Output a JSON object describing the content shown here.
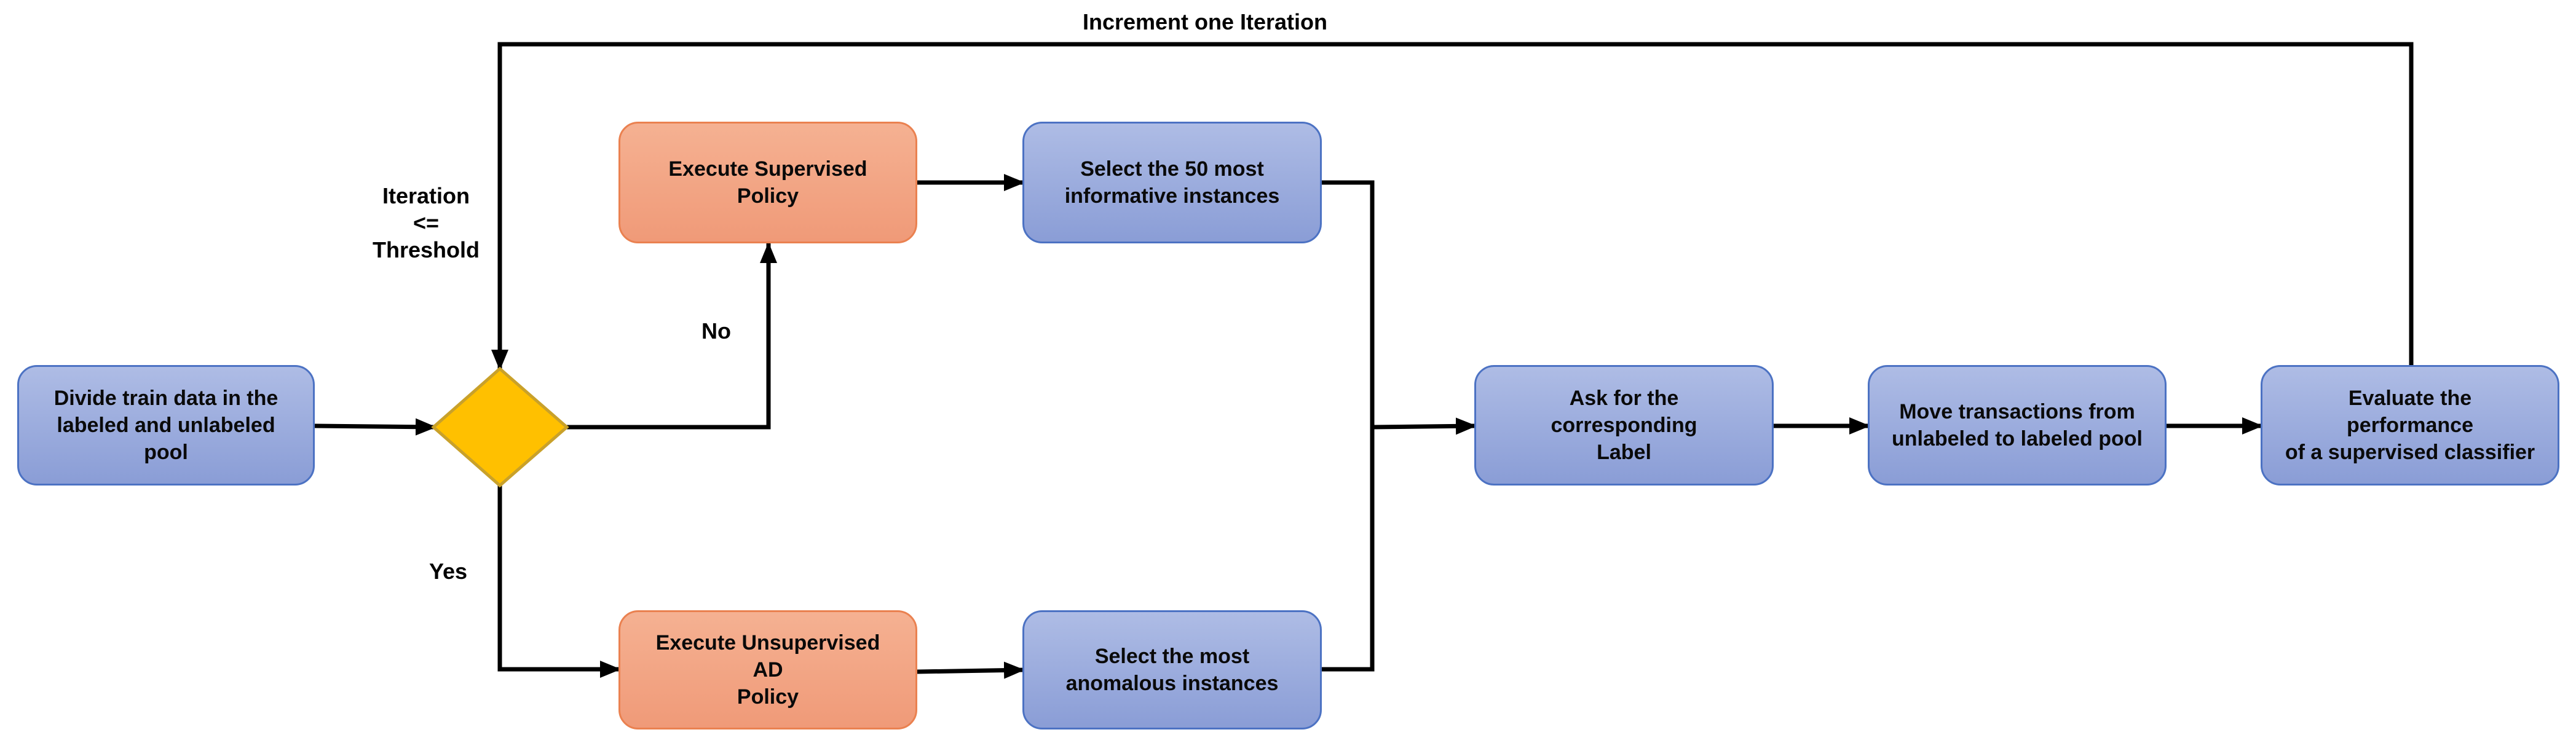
{
  "nodes": {
    "divide": "Divide train data in the\nlabeled and unlabeled\npool",
    "supervised_policy": "Execute Supervised Policy",
    "unsupervised_policy": "Execute Unsupervised AD\nPolicy",
    "select_informative": "Select the 50 most\ninformative instances",
    "select_anomalous": "Select the most\nanomalous instances",
    "ask_label": "Ask for the corresponding\nLabel",
    "move_transactions": "Move transactions from\nunlabeled to labeled pool",
    "evaluate": "Evaluate the performance\nof a supervised classifier"
  },
  "labels": {
    "loop": "Increment one Iteration",
    "condition": "Iteration\n<=\nThreshold",
    "no": "No",
    "yes": "Yes"
  },
  "colors": {
    "process_fill": "#8a9dd6",
    "process_border": "#4c72c3",
    "policy_fill": "#f09a78",
    "policy_border": "#ea8150",
    "decision_fill": "#ffc000",
    "decision_border": "#c9a12a",
    "connector": "#000000"
  }
}
